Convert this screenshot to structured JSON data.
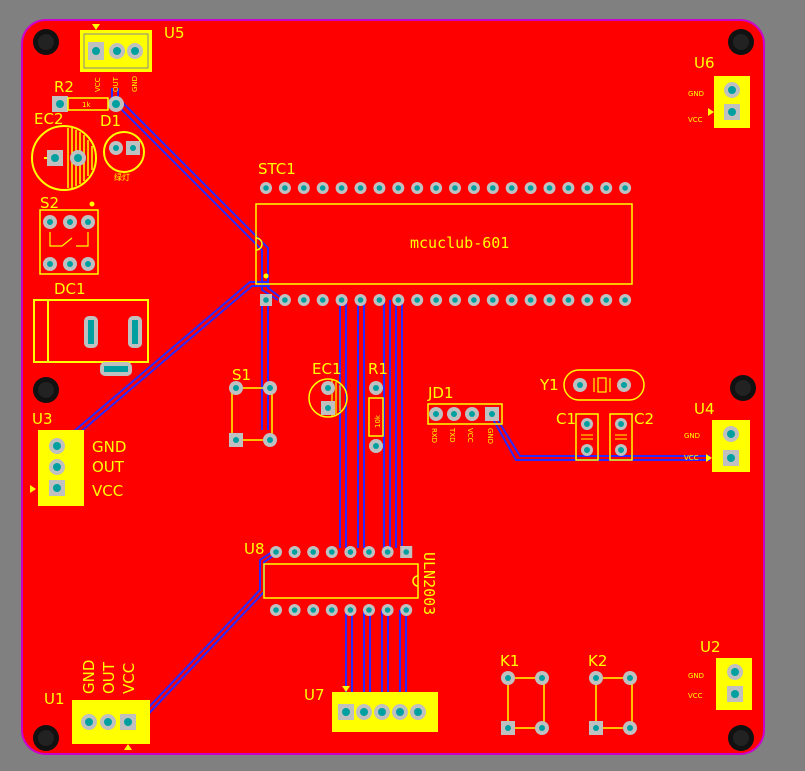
{
  "board": {
    "colors": {
      "background": "#808080",
      "copper": "#ff0000",
      "outline": "#cc00cc",
      "silkscreen": "#ffff00",
      "pad": "#c0c0c0",
      "via_hole": "#00a0a0",
      "trace": "#2a2aff",
      "mounting_hole": "#111111"
    }
  },
  "components": {
    "U5": {
      "ref": "U5",
      "pins": [
        "VCC",
        "OUT",
        "GND"
      ]
    },
    "R2": {
      "ref": "R2",
      "value": "1k"
    },
    "EC2": {
      "ref": "EC2"
    },
    "D1": {
      "ref": "D1",
      "label": "绿灯"
    },
    "S2": {
      "ref": "S2"
    },
    "DC1": {
      "ref": "DC1"
    },
    "U6": {
      "ref": "U6",
      "pins": [
        "GND",
        "VCC"
      ]
    },
    "STC1": {
      "ref": "STC1",
      "chip_label": "mcuclub-601"
    },
    "S1": {
      "ref": "S1"
    },
    "EC1": {
      "ref": "EC1"
    },
    "R1": {
      "ref": "R1",
      "value": "10k"
    },
    "JD1": {
      "ref": "JD1",
      "pins": [
        "RXD",
        "TXD",
        "VCC",
        "GND"
      ]
    },
    "Y1": {
      "ref": "Y1"
    },
    "C1": {
      "ref": "C1"
    },
    "C2": {
      "ref": "C2"
    },
    "U4": {
      "ref": "U4",
      "pins": [
        "GND",
        "VCC"
      ]
    },
    "U3": {
      "ref": "U3",
      "pins": [
        "GND",
        "OUT",
        "VCC"
      ]
    },
    "U8": {
      "ref": "U8",
      "chip_label": "ULN2003"
    },
    "U1": {
      "ref": "U1",
      "pins": [
        "GND",
        "OUT",
        "VCC"
      ]
    },
    "U7": {
      "ref": "U7"
    },
    "K1": {
      "ref": "K1"
    },
    "K2": {
      "ref": "K2"
    },
    "U2": {
      "ref": "U2",
      "pins": [
        "GND",
        "VCC"
      ]
    }
  }
}
